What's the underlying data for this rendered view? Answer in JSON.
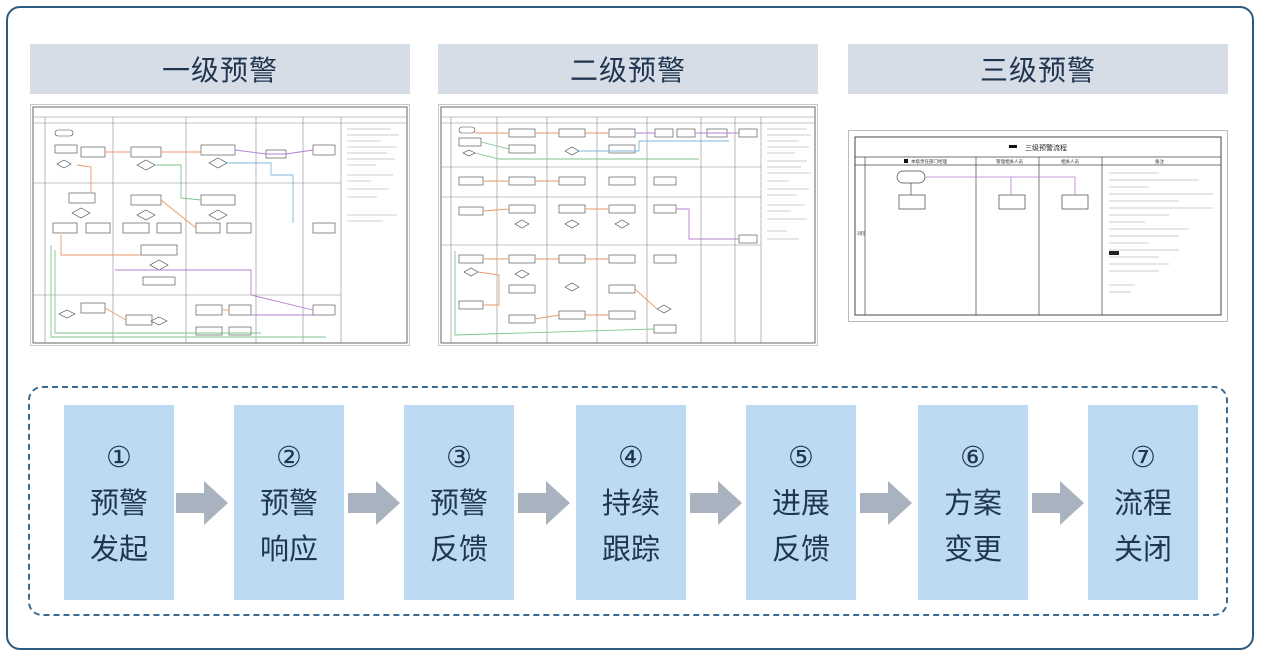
{
  "levels": [
    {
      "title": "一级预警"
    },
    {
      "title": "二级预警"
    },
    {
      "title": "三级预警"
    }
  ],
  "level3_thumbnail": {
    "title": "三级预警流程",
    "columns": [
      "本级责任部门经理",
      "管理相关人员",
      "相关人员",
      "备注"
    ],
    "row_label": "三级\n预警\n管理"
  },
  "steps": [
    {
      "number": "①",
      "line1": "预警",
      "line2": "发起"
    },
    {
      "number": "②",
      "line1": "预警",
      "line2": "响应"
    },
    {
      "number": "③",
      "line1": "预警",
      "line2": "反馈"
    },
    {
      "number": "④",
      "line1": "持续",
      "line2": "跟踪"
    },
    {
      "number": "⑤",
      "line1": "进展",
      "line2": "反馈"
    },
    {
      "number": "⑥",
      "line1": "方案",
      "line2": "变更"
    },
    {
      "number": "⑦",
      "line1": "流程",
      "line2": "关闭"
    }
  ],
  "colors": {
    "frame_border": "#2d5b80",
    "header_bg": "#d6dde6",
    "step_bg": "#bcdaf4",
    "arrow": "#a8b3bf"
  }
}
